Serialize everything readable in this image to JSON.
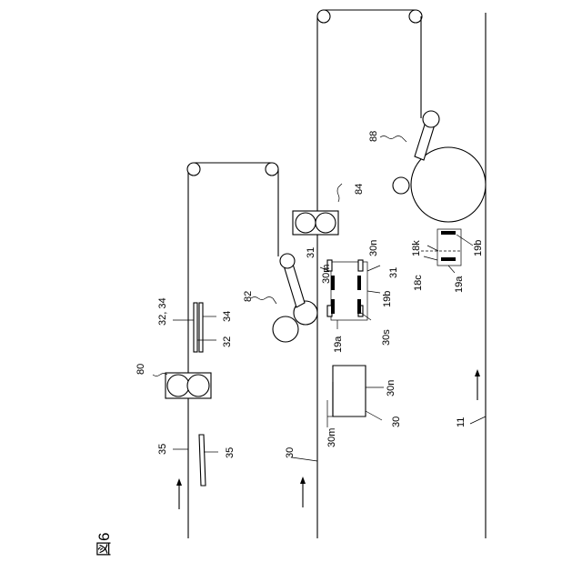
{
  "figure_title": "図6",
  "labels": {
    "l_11": "11",
    "l_30_a": "30",
    "l_30_b": "30",
    "l_30m_a": "30m",
    "l_30n_a": "30n",
    "l_30m_b": "30m",
    "l_30n_b": "30n",
    "l_30s": "30s",
    "l_31_a": "31",
    "l_31_b": "31",
    "l_19a_a": "19a",
    "l_19b_a": "19b",
    "l_19a_b": "19a",
    "l_19b_b": "19b",
    "l_18c": "18c",
    "l_18k": "18k",
    "l_32": "32",
    "l_34": "34",
    "l_3234": "32, 34",
    "l_35_a": "35",
    "l_35_b": "35",
    "l_80": "80",
    "l_82": "82",
    "l_84": "84",
    "l_88": "88"
  }
}
